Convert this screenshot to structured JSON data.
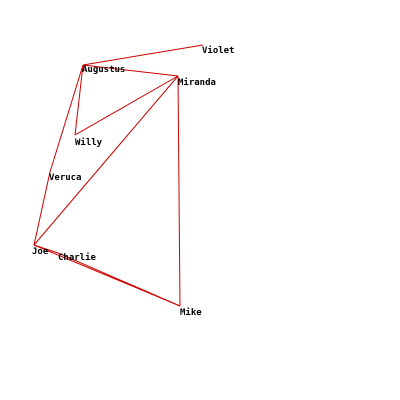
{
  "graph": {
    "edge_color": "#cc0000",
    "label_color": "#000000",
    "nodes": [
      {
        "id": "violet",
        "label": "Violet"
      },
      {
        "id": "augustus",
        "label": "Augustus"
      },
      {
        "id": "miranda",
        "label": "Miranda"
      },
      {
        "id": "willy",
        "label": "Willy"
      },
      {
        "id": "veruca",
        "label": "Veruca"
      },
      {
        "id": "joe",
        "label": "Joe"
      },
      {
        "id": "charlie",
        "label": "Charlie"
      },
      {
        "id": "mike",
        "label": "Mike"
      }
    ],
    "edges": [
      [
        "augustus",
        "violet"
      ],
      [
        "augustus",
        "miranda"
      ],
      [
        "augustus",
        "willy"
      ],
      [
        "willy",
        "miranda"
      ],
      [
        "augustus",
        "veruca"
      ],
      [
        "veruca",
        "joe"
      ],
      [
        "joe",
        "miranda"
      ],
      [
        "miranda",
        "mike"
      ],
      [
        "joe",
        "mike"
      ],
      [
        "joe",
        "charlie"
      ],
      [
        "charlie",
        "mike"
      ]
    ]
  }
}
